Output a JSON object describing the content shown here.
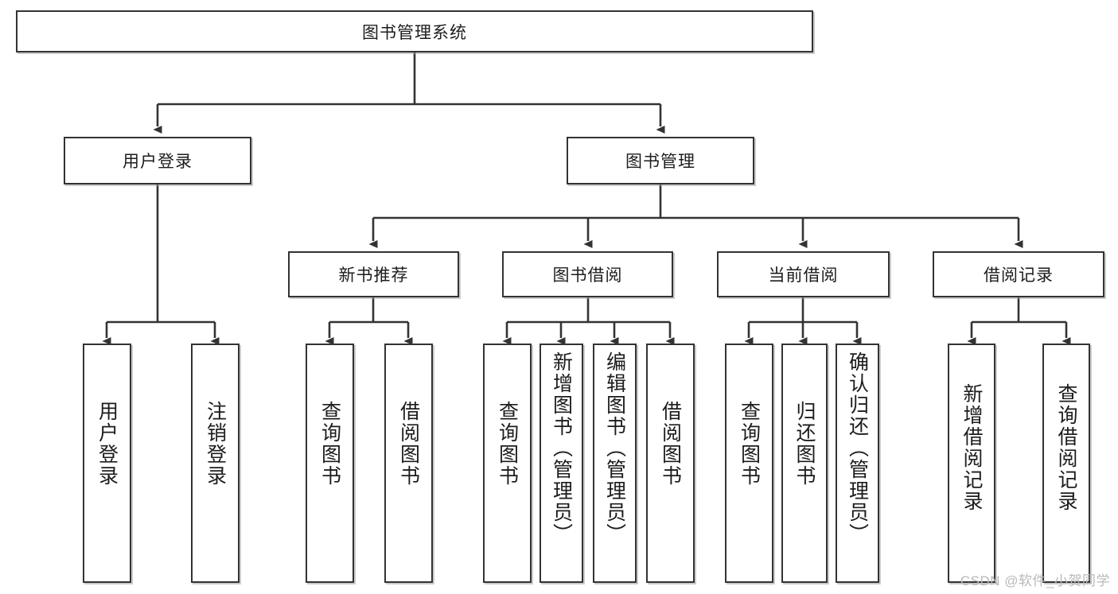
{
  "diagram": {
    "title": "图书管理系统",
    "type": "tree",
    "root": {
      "label": "图书管理系统"
    },
    "level2": [
      {
        "label": "用户登录"
      },
      {
        "label": "图书管理"
      }
    ],
    "level3": [
      {
        "label": "新书推荐"
      },
      {
        "label": "图书借阅"
      },
      {
        "label": "当前借阅"
      },
      {
        "label": "借阅记录"
      }
    ],
    "leaves": {
      "user_login": [
        {
          "label": "用户登录"
        },
        {
          "label": "注销登录"
        }
      ],
      "new_book_recommend": [
        {
          "label": "查询图书"
        },
        {
          "label": "借阅图书"
        }
      ],
      "book_borrow": [
        {
          "label": "查询图书"
        },
        {
          "label": "新增图书（管理员）"
        },
        {
          "label": "编辑图书（管理员）"
        },
        {
          "label": "借阅图书"
        }
      ],
      "current_borrow": [
        {
          "label": "查询图书"
        },
        {
          "label": "归还图书"
        },
        {
          "label": "确认归还（管理员）"
        }
      ],
      "borrow_record": [
        {
          "label": "新增借阅记录"
        },
        {
          "label": "查询借阅记录"
        }
      ]
    }
  },
  "watermark": {
    "text": "CSDN @软件_小贺同学"
  },
  "colors": {
    "stroke": "#333333",
    "background": "#ffffff",
    "text": "#1c1c1c",
    "watermark": "#b9b9b9"
  }
}
